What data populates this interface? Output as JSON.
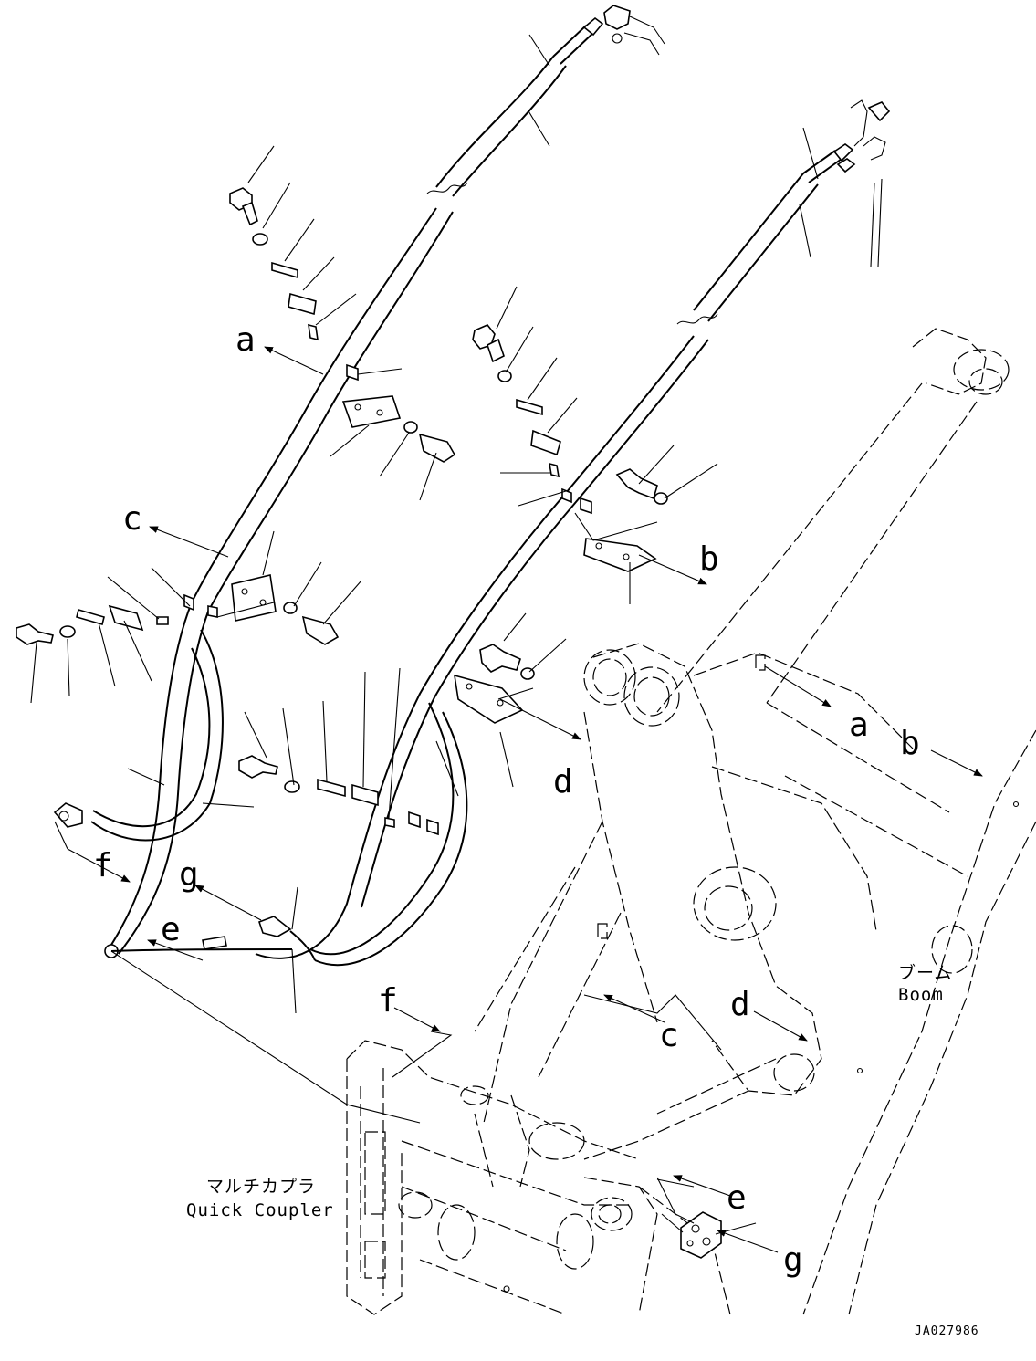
{
  "labels": {
    "a": "a",
    "b": "b",
    "c": "c",
    "d": "d",
    "e": "e",
    "f": "f",
    "g": "g"
  },
  "captions": {
    "boom_jp": "ブーム",
    "boom_en": "Boom",
    "coupler_jp": "マルチカプラ",
    "coupler_en": "Quick Coupler"
  },
  "drawing_code": "JA027986"
}
